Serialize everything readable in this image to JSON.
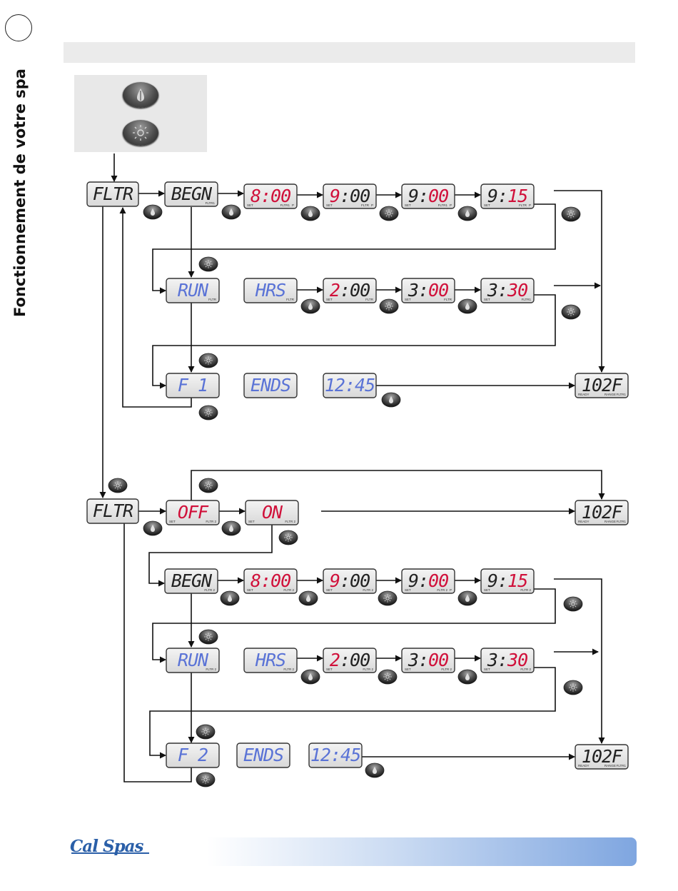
{
  "side_title": "Fonctionnement de votre spa",
  "brand": "Cal Spas",
  "icons": {
    "temp_button": "droplet-icon",
    "light_button": "sun-icon"
  },
  "colors": {
    "lcd_black": "#222222",
    "lcd_red": "#d0103a",
    "lcd_blue": "#5a73d6",
    "panel_bg": "#e8e8e8",
    "accent": "#7fa6e0"
  },
  "displays": [
    {
      "id": "fltr-1",
      "text": "FLTR",
      "color": "black",
      "labels": []
    },
    {
      "id": "begn-1",
      "text": "BEGN",
      "color": "black",
      "labels": [
        "FLTR1"
      ]
    },
    {
      "id": "begn-1-8",
      "text": "8:00",
      "color": "mixed",
      "red_from": 0,
      "labels": [
        "SET",
        "FLTR1",
        "P"
      ]
    },
    {
      "id": "begn-1-9",
      "text": "9:00",
      "color": "mixed",
      "red_from": 0,
      "red_to": 1,
      "labels": [
        "SET",
        "FLTR",
        "P"
      ]
    },
    {
      "id": "begn-1-900",
      "text": "9:00",
      "color": "mixed",
      "red_from": 2,
      "labels": [
        "SET",
        "FLTR1",
        "P"
      ]
    },
    {
      "id": "begn-1-915",
      "text": "9:15",
      "color": "mixed",
      "red_from": 2,
      "labels": [
        "SET",
        "FLTR",
        "P"
      ]
    },
    {
      "id": "run-1",
      "text": "RUN",
      "color": "blue",
      "labels": [
        "FLTR"
      ]
    },
    {
      "id": "hrs-1",
      "text": "HRS",
      "color": "blue",
      "labels": [
        "FLTR"
      ]
    },
    {
      "id": "hrs-1-2",
      "text": "2:00",
      "color": "mixed",
      "red_from": 0,
      "red_to": 1,
      "labels": [
        "SET",
        "FLTR"
      ]
    },
    {
      "id": "hrs-1-300",
      "text": "3:00",
      "color": "mixed",
      "red_from": 2,
      "labels": [
        "SET",
        "FLTR"
      ]
    },
    {
      "id": "hrs-1-330",
      "text": "3:30",
      "color": "mixed",
      "red_from": 2,
      "labels": [
        "SET",
        "FLTR1"
      ]
    },
    {
      "id": "f1",
      "text": "F  1",
      "color": "blue",
      "labels": []
    },
    {
      "id": "ends-1",
      "text": "ENDS",
      "color": "blue",
      "labels": []
    },
    {
      "id": "time-1",
      "text": "12:45",
      "color": "blue",
      "labels": []
    },
    {
      "id": "temp-1",
      "text": "102F",
      "color": "black",
      "labels": [
        "READY",
        "RANGE",
        "FLTR1"
      ]
    },
    {
      "id": "fltr-2",
      "text": "FLTR",
      "color": "black",
      "labels": []
    },
    {
      "id": "off-2",
      "text": "OFF",
      "color": "red",
      "labels": [
        "SET",
        "FLTR 2"
      ]
    },
    {
      "id": "on-2",
      "text": "ON",
      "color": "red",
      "labels": [
        "SET",
        "FLTR 2"
      ]
    },
    {
      "id": "temp-2a",
      "text": "102F",
      "color": "black",
      "labels": [
        "READY",
        "RANGE",
        "FLTR1"
      ]
    },
    {
      "id": "begn-2",
      "text": "BEGN",
      "color": "black",
      "labels": [
        "FLTR 2"
      ]
    },
    {
      "id": "begn-2-8",
      "text": "8:00",
      "color": "mixed",
      "red_from": 0,
      "labels": [
        "SET",
        "FLTR 2"
      ]
    },
    {
      "id": "begn-2-9",
      "text": "9:00",
      "color": "mixed",
      "red_from": 0,
      "red_to": 1,
      "labels": [
        "SET",
        "FLTR 2"
      ]
    },
    {
      "id": "begn-2-900",
      "text": "9:00",
      "color": "mixed",
      "red_from": 2,
      "labels": [
        "SET",
        "FLTR 2",
        "P"
      ]
    },
    {
      "id": "begn-2-915",
      "text": "9:15",
      "color": "mixed",
      "red_from": 2,
      "labels": [
        "SET",
        "FLTR 2"
      ]
    },
    {
      "id": "run-2",
      "text": "RUN",
      "color": "blue",
      "labels": [
        "FLTR 2"
      ]
    },
    {
      "id": "hrs-2",
      "text": "HRS",
      "color": "blue",
      "labels": [
        "FLTR 2"
      ]
    },
    {
      "id": "hrs-2-2",
      "text": "2:00",
      "color": "mixed",
      "red_from": 0,
      "red_to": 1,
      "labels": [
        "SET",
        "FLTR 2"
      ]
    },
    {
      "id": "hrs-2-300",
      "text": "3:00",
      "color": "mixed",
      "red_from": 2,
      "labels": [
        "SET",
        "FLTR 2"
      ]
    },
    {
      "id": "hrs-2-330",
      "text": "3:30",
      "color": "mixed",
      "red_from": 2,
      "labels": [
        "SET",
        "FLTR 2"
      ]
    },
    {
      "id": "f2",
      "text": "F  2",
      "color": "blue",
      "labels": []
    },
    {
      "id": "ends-2",
      "text": "ENDS",
      "color": "blue",
      "labels": []
    },
    {
      "id": "time-2",
      "text": "12:45",
      "color": "blue",
      "labels": []
    },
    {
      "id": "temp-2b",
      "text": "102F",
      "color": "black",
      "labels": [
        "READY",
        "RANGE",
        "FLTR1"
      ]
    }
  ],
  "buttons": [
    {
      "id": "b1",
      "type": "temp"
    },
    {
      "id": "b2",
      "type": "temp"
    },
    {
      "id": "b3",
      "type": "temp"
    },
    {
      "id": "b4",
      "type": "light"
    },
    {
      "id": "b5",
      "type": "temp"
    },
    {
      "id": "b6",
      "type": "light"
    },
    {
      "id": "b7",
      "type": "light"
    },
    {
      "id": "b8",
      "type": "temp"
    },
    {
      "id": "b9",
      "type": "light"
    },
    {
      "id": "b10",
      "type": "temp"
    },
    {
      "id": "b11",
      "type": "light"
    },
    {
      "id": "b12",
      "type": "light"
    },
    {
      "id": "b13",
      "type": "light"
    },
    {
      "id": "b14",
      "type": "temp"
    },
    {
      "id": "b15",
      "type": "light"
    },
    {
      "id": "b16",
      "type": "light"
    },
    {
      "id": "b17",
      "type": "temp"
    },
    {
      "id": "b18",
      "type": "temp"
    },
    {
      "id": "b19",
      "type": "light"
    },
    {
      "id": "b20",
      "type": "temp"
    },
    {
      "id": "b21",
      "type": "temp"
    },
    {
      "id": "b22",
      "type": "light"
    },
    {
      "id": "b23",
      "type": "temp"
    },
    {
      "id": "b24",
      "type": "light"
    },
    {
      "id": "b25",
      "type": "light"
    },
    {
      "id": "b26",
      "type": "temp"
    },
    {
      "id": "b27",
      "type": "light"
    },
    {
      "id": "b28",
      "type": "temp"
    },
    {
      "id": "b29",
      "type": "light"
    },
    {
      "id": "b30",
      "type": "light"
    },
    {
      "id": "b31",
      "type": "light"
    },
    {
      "id": "b32",
      "type": "temp"
    }
  ]
}
